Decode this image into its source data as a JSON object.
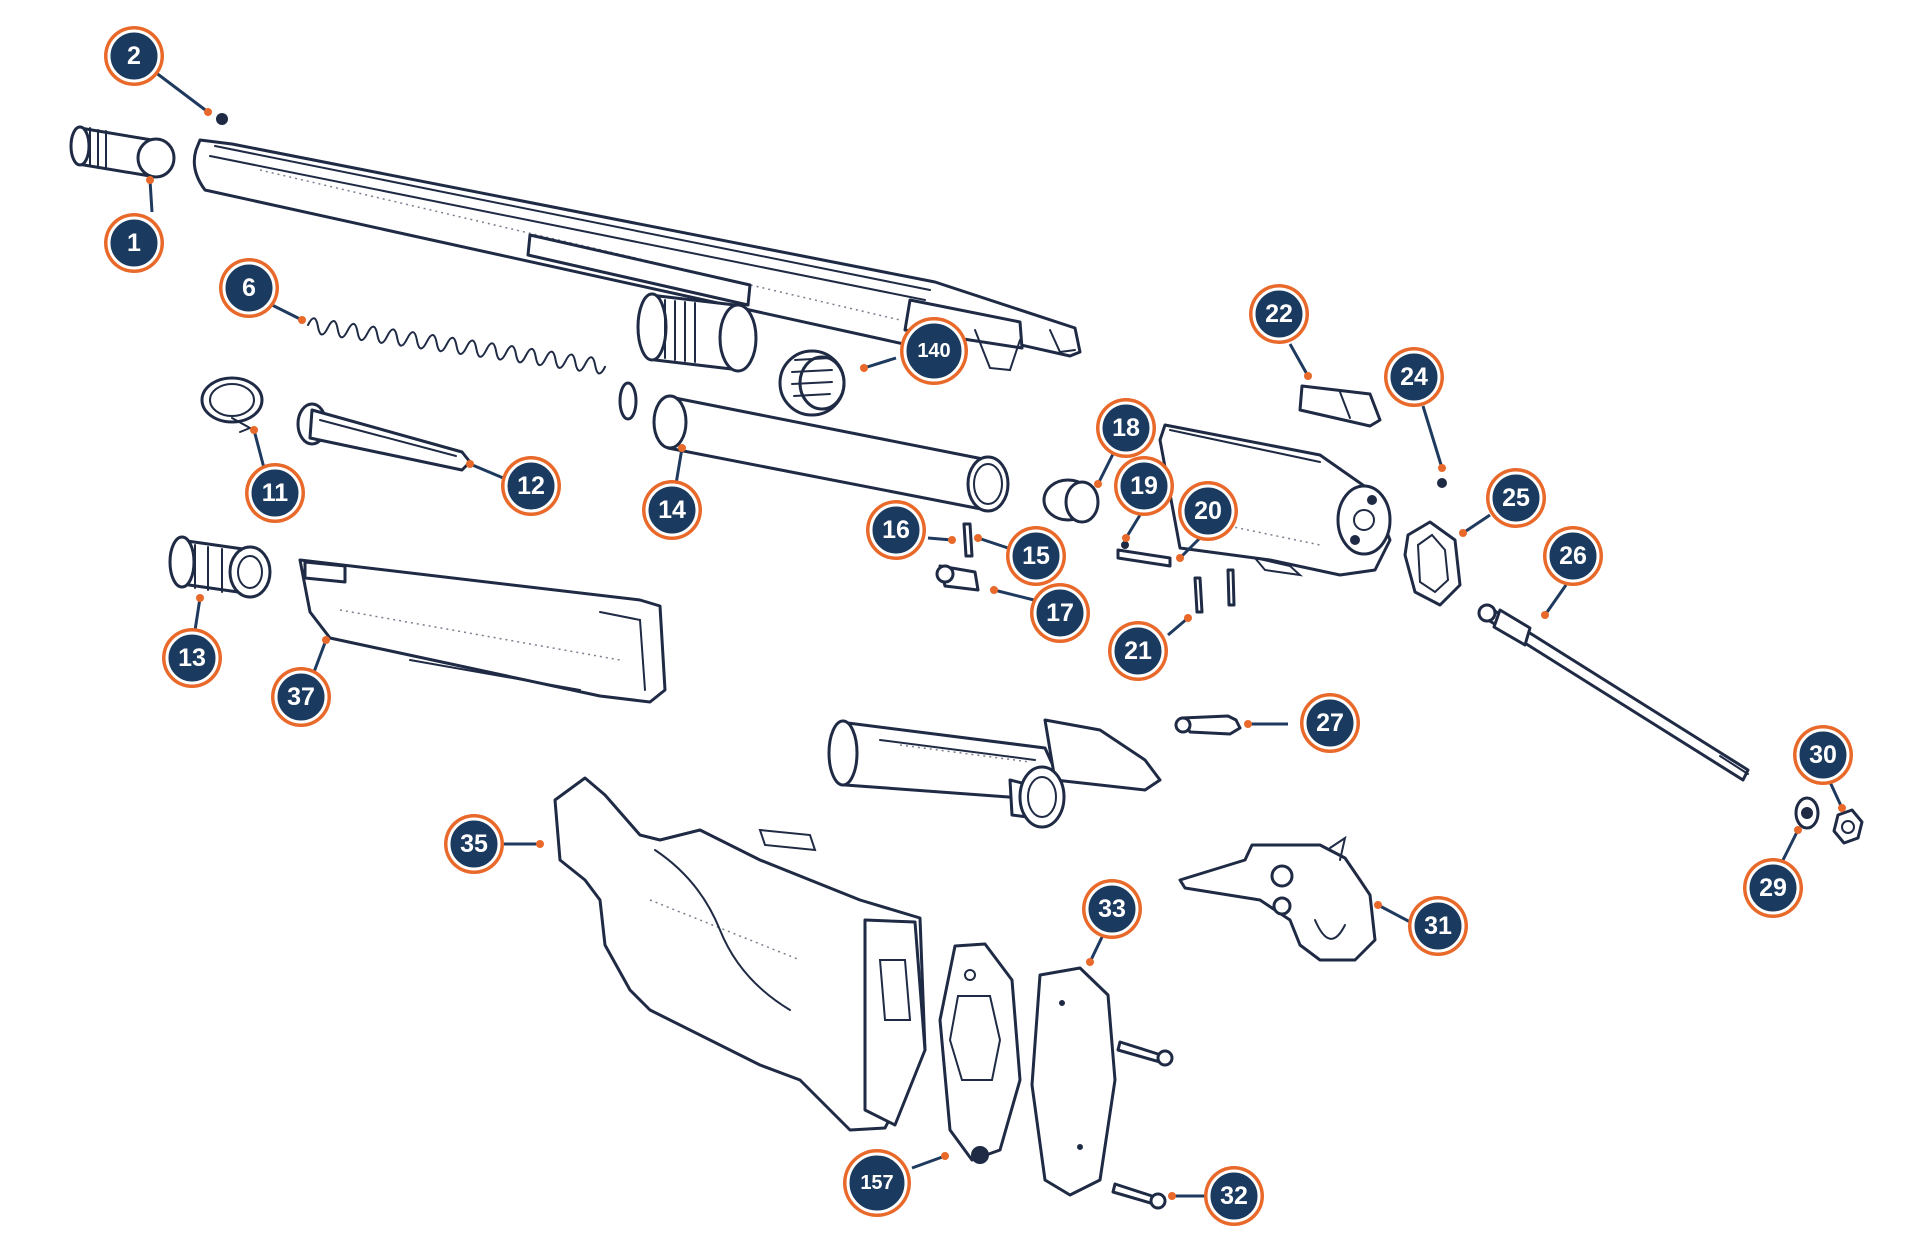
{
  "colors": {
    "badge_fill": "#1b3a5f",
    "badge_ring": "#e8692a",
    "badge_text": "#ffffff",
    "line_art": "#1f2a44",
    "background": "#ffffff"
  },
  "callouts": [
    {
      "id": "c1",
      "label": "1"
    },
    {
      "id": "c2",
      "label": "2"
    },
    {
      "id": "c6",
      "label": "6"
    },
    {
      "id": "c11",
      "label": "11"
    },
    {
      "id": "c12",
      "label": "12"
    },
    {
      "id": "c13",
      "label": "13"
    },
    {
      "id": "c14",
      "label": "14"
    },
    {
      "id": "c140",
      "label": "140"
    },
    {
      "id": "c15",
      "label": "15"
    },
    {
      "id": "c16",
      "label": "16"
    },
    {
      "id": "c17",
      "label": "17"
    },
    {
      "id": "c18",
      "label": "18"
    },
    {
      "id": "c19",
      "label": "19"
    },
    {
      "id": "c20",
      "label": "20"
    },
    {
      "id": "c21",
      "label": "21"
    },
    {
      "id": "c22",
      "label": "22"
    },
    {
      "id": "c24",
      "label": "24"
    },
    {
      "id": "c25",
      "label": "25"
    },
    {
      "id": "c26",
      "label": "26"
    },
    {
      "id": "c27",
      "label": "27"
    },
    {
      "id": "c29",
      "label": "29"
    },
    {
      "id": "c30",
      "label": "30"
    },
    {
      "id": "c31",
      "label": "31"
    },
    {
      "id": "c32",
      "label": "32"
    },
    {
      "id": "c33",
      "label": "33"
    },
    {
      "id": "c35",
      "label": "35"
    },
    {
      "id": "c37",
      "label": "37"
    },
    {
      "id": "c157",
      "label": "157"
    }
  ]
}
